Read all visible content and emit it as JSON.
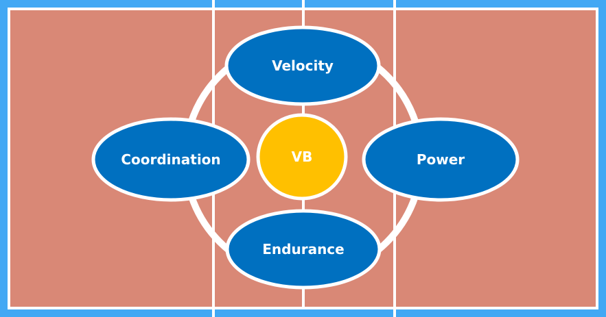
{
  "colors": {
    "background": "#42A8F4",
    "court": "#D98876",
    "lines": "#FFFFFF",
    "node": "#0070C0",
    "center": "#FFC000"
  },
  "diagram": {
    "center": {
      "label": "VB"
    },
    "nodes": [
      {
        "id": "top",
        "label": "Velocity"
      },
      {
        "id": "left",
        "label": "Coordination"
      },
      {
        "id": "right",
        "label": "Power"
      },
      {
        "id": "bottom",
        "label": "Endurance"
      }
    ]
  }
}
